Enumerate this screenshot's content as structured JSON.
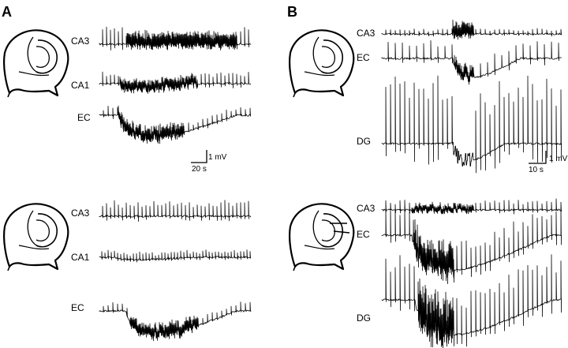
{
  "panels": {
    "a": {
      "letter": "A",
      "top": {
        "labels": [
          "CA3",
          "CA1",
          "EC"
        ],
        "scale_v": "1 mV",
        "scale_t": "20 s"
      },
      "bottom": {
        "labels": [
          "CA3",
          "CA1",
          "EC"
        ]
      }
    },
    "b": {
      "letter": "B",
      "top": {
        "labels": [
          "CA3",
          "EC",
          "DG"
        ],
        "scale_v": "1 mV",
        "scale_t": "10 s"
      },
      "bottom": {
        "labels": [
          "CA3",
          "EC",
          "DG"
        ]
      }
    }
  }
}
